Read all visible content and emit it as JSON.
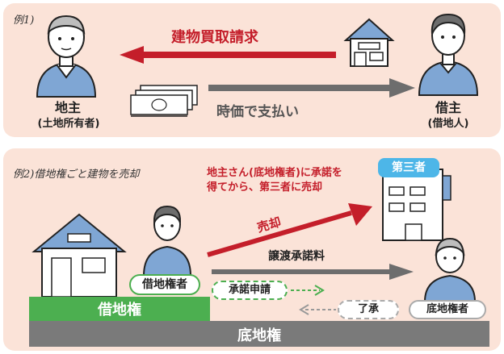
{
  "example1": {
    "label": "例1)",
    "arrow_top_text": "建物買取請求",
    "arrow_bottom_text": "時価で支払い",
    "left_person": {
      "title": "地主",
      "subtitle": "(土地所有者)"
    },
    "right_person": {
      "title": "借主",
      "subtitle": "(借地人)"
    }
  },
  "example2": {
    "label": "例2)借地権ごと建物を売却",
    "note_line1": "地主さん(底地権者)に承諾を",
    "note_line2": "得てから、第三者に売却",
    "third_party_label": "第三者",
    "sale_label": "売却",
    "transfer_fee_label": "譲渡承諾料",
    "request_label": "承諾申請",
    "approval_label": "了承",
    "leaseholder_label": "借地権者",
    "landowner_label": "底地権者",
    "leasehold_bar_label": "借地権",
    "land_bar_label": "底地権"
  },
  "colors": {
    "panel_bg": "#fbe3d8",
    "red": "#c41e2a",
    "gray": "#6d6d6d",
    "green": "#4caf50",
    "blue_shirt": "#7fa6d4",
    "bar_gray": "#7a7a7a",
    "third_party_badge": "#4db6e8"
  }
}
